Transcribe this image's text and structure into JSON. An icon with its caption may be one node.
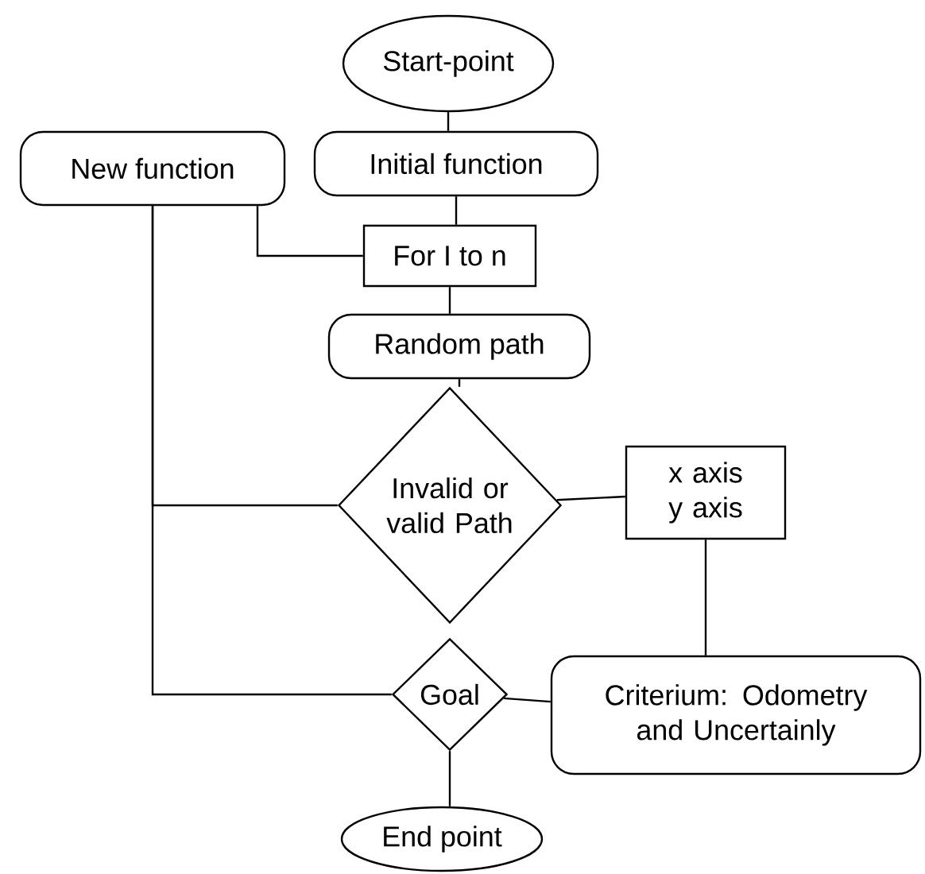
{
  "diagram": {
    "nodes": [
      {
        "text": [
          "Start-point"
        ]
      },
      {
        "text": [
          "Initial function"
        ]
      },
      {
        "text": [
          "New function"
        ]
      },
      {
        "text": [
          "For I to n"
        ]
      },
      {
        "text": [
          "Random path"
        ]
      },
      {
        "text": [
          "Invalid or valid Path"
        ]
      },
      {
        "text": [
          "x axis y axis"
        ]
      },
      {
        "text": [
          "Goal"
        ]
      },
      {
        "text": [
          "Criterium: Odometry and Uncertainly"
        ]
      },
      {
        "text": [
          "End point"
        ]
      }
    ],
    "edges": [
      {
        "from": 0,
        "to": 1,
        "arrow": "none"
      },
      {
        "from": 1,
        "to": 3,
        "arrow": "none"
      },
      {
        "from": 2,
        "to": 3,
        "arrow": "none"
      },
      {
        "from": 3,
        "to": 4,
        "arrow": "none"
      },
      {
        "from": 4,
        "to": 5,
        "arrow": "none"
      },
      {
        "from": 5,
        "to": 6,
        "arrow": "none"
      },
      {
        "from": 6,
        "to": 8,
        "arrow": "none"
      },
      {
        "from": 8,
        "to": 7,
        "arrow": "none"
      },
      {
        "from": 7,
        "to": 9,
        "arrow": "none"
      },
      {
        "from": 2,
        "to": 5,
        "arrow": "none"
      },
      {
        "from": 2,
        "to": 7,
        "arrow": "none"
      }
    ]
  }
}
